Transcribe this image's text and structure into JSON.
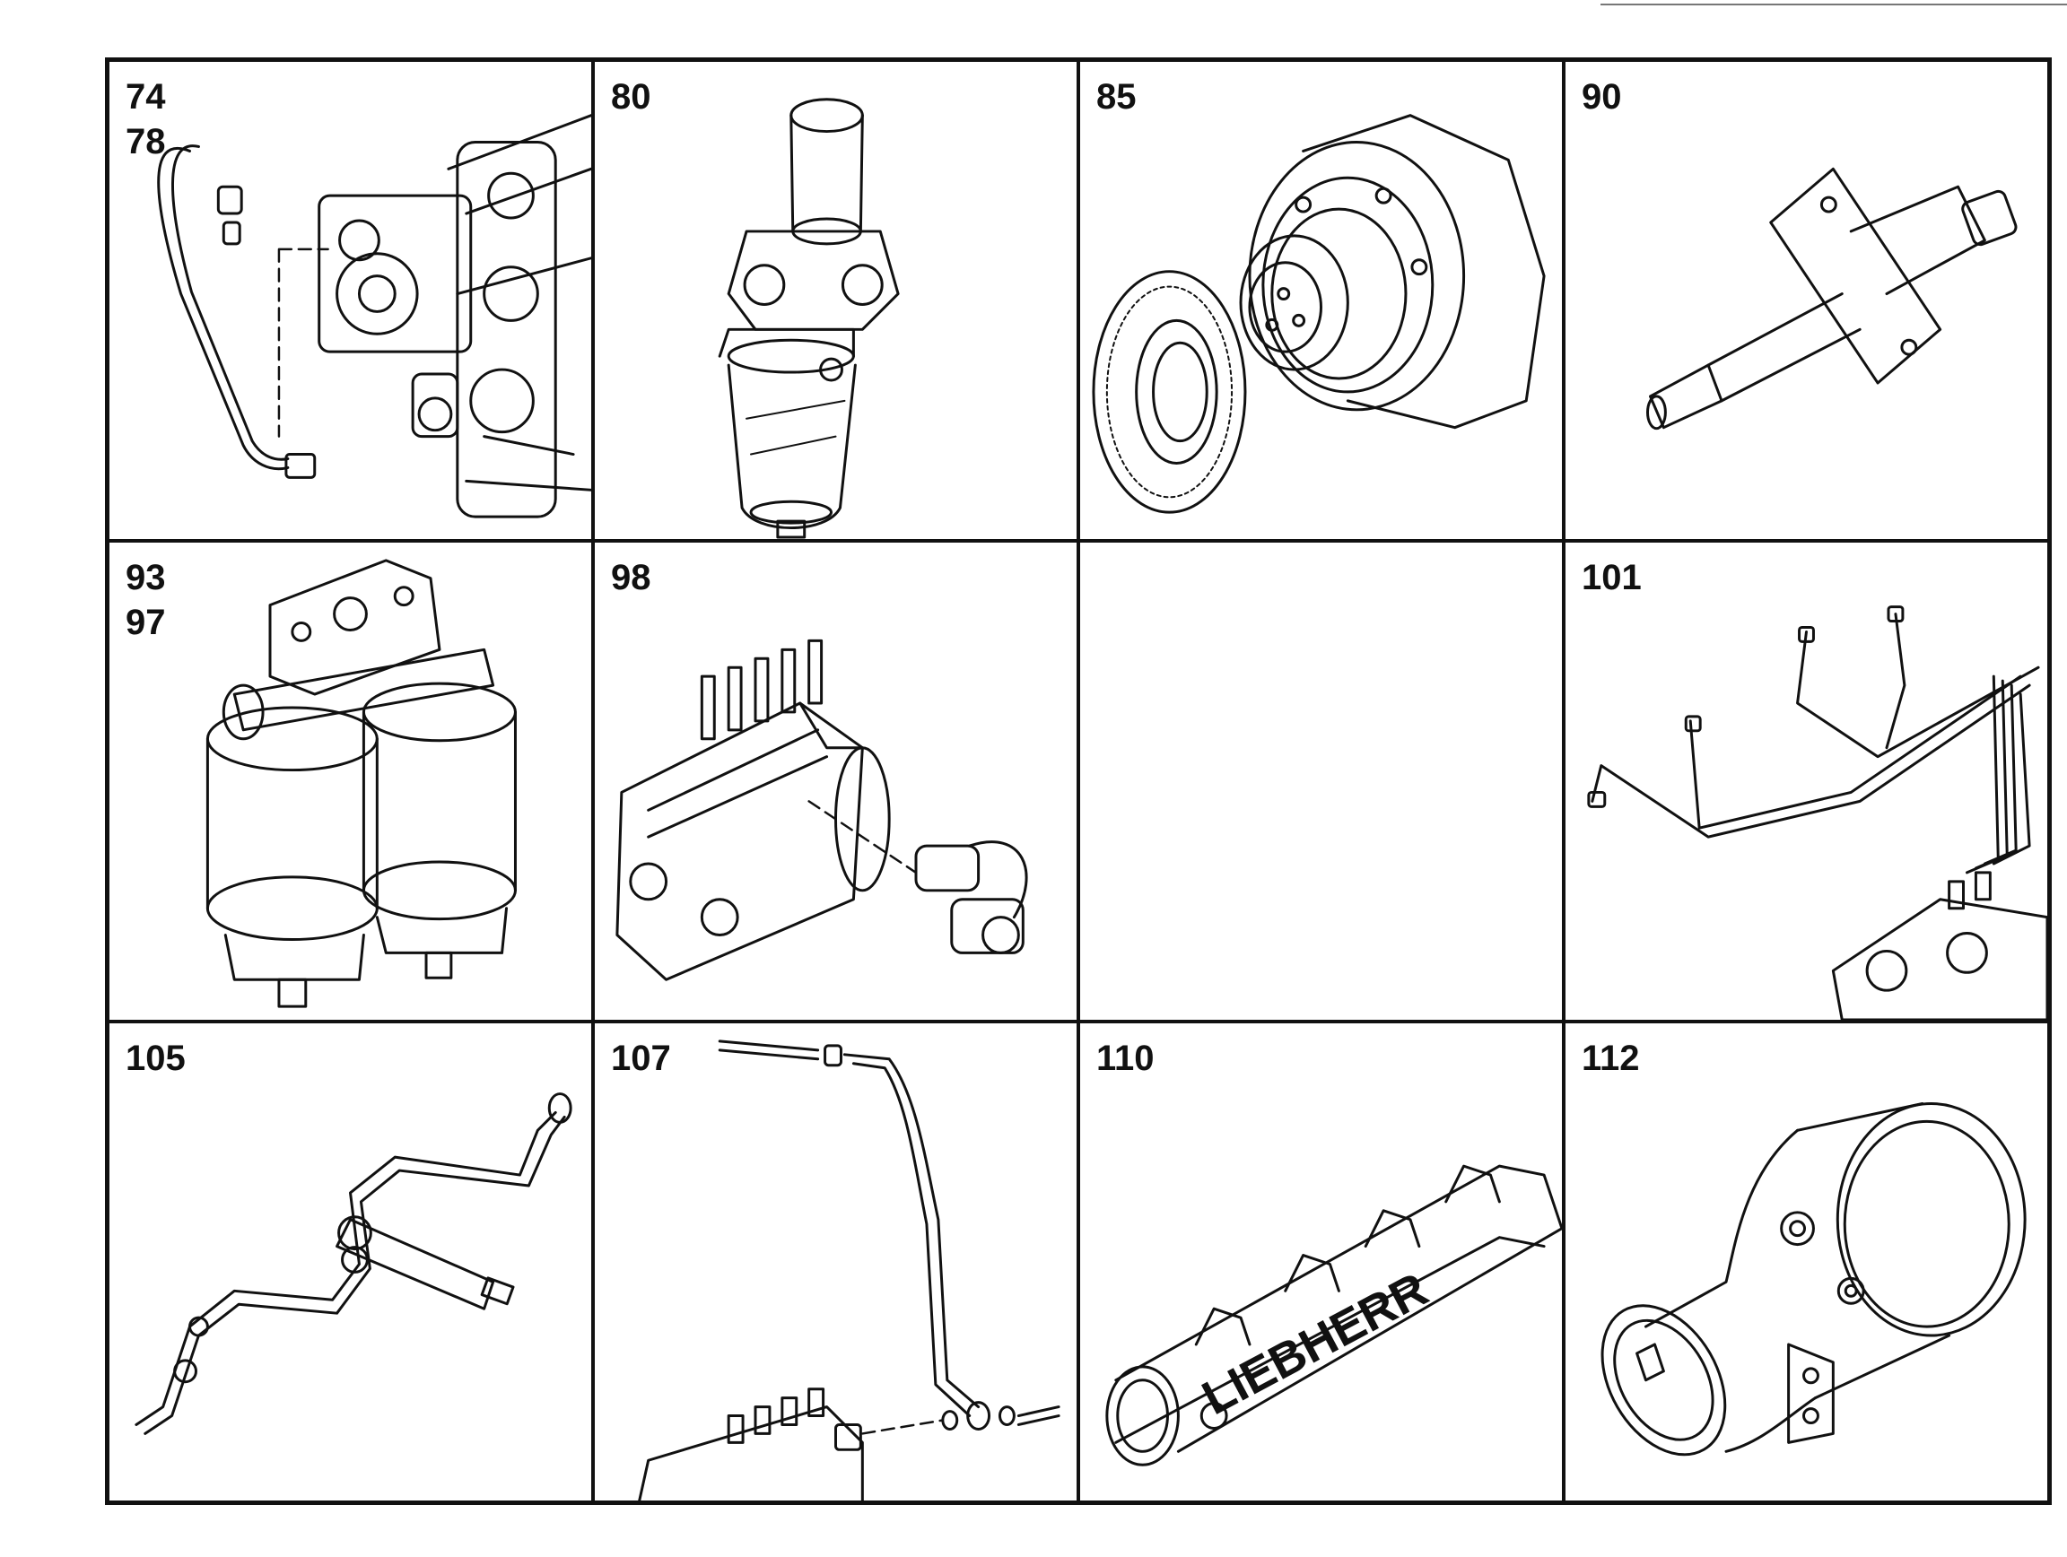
{
  "cells": [
    {
      "labels": [
        "74",
        "78"
      ]
    },
    {
      "labels": [
        "80"
      ]
    },
    {
      "labels": [
        "85"
      ]
    },
    {
      "labels": [
        "90"
      ]
    },
    {
      "labels": [
        "93",
        "97"
      ]
    },
    {
      "labels": [
        "98"
      ]
    },
    {
      "labels": []
    },
    {
      "labels": [
        "101"
      ]
    },
    {
      "labels": [
        "105"
      ]
    },
    {
      "labels": [
        "107"
      ]
    },
    {
      "labels": [
        "110"
      ]
    },
    {
      "labels": [
        "112"
      ]
    }
  ],
  "brand_text": "LIEBHERR"
}
